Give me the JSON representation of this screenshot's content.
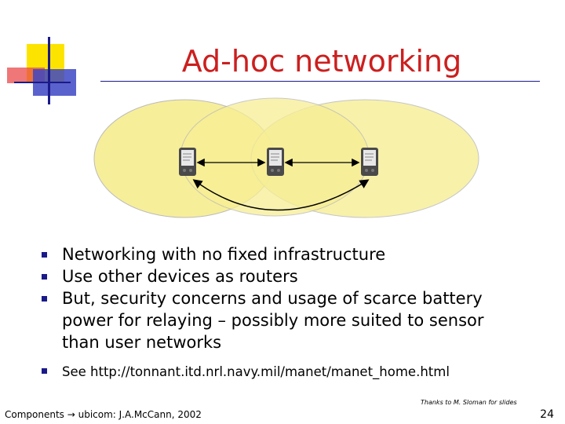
{
  "slide": {
    "title": "Ad-hoc networking",
    "bullets": [
      "Networking with no fixed infrastructure",
      "Use other devices as routers",
      "But, security concerns and usage of scarce battery power for relaying – possibly more suited to sensor than user networks",
      "See http://tonnant.itd.nrl.navy.mil/manet/manet_home.html"
    ],
    "credit": "Thanks to M. Sloman for slides",
    "footer": "Components ubicom: J.A.McCann, 2002",
    "footer_arrow": "→",
    "page_number": "24"
  },
  "colors": {
    "title": "#cc1f1f",
    "bullet_marker": "#1a1a8a",
    "range_ellipse_fill": "#f7ee95",
    "range_ellipse_stroke": "#b8b8b8"
  },
  "icons": [
    "pda-device-icon",
    "bidirectional-arrow-icon",
    "curved-double-arrow-icon",
    "corner-logo-blocks"
  ]
}
